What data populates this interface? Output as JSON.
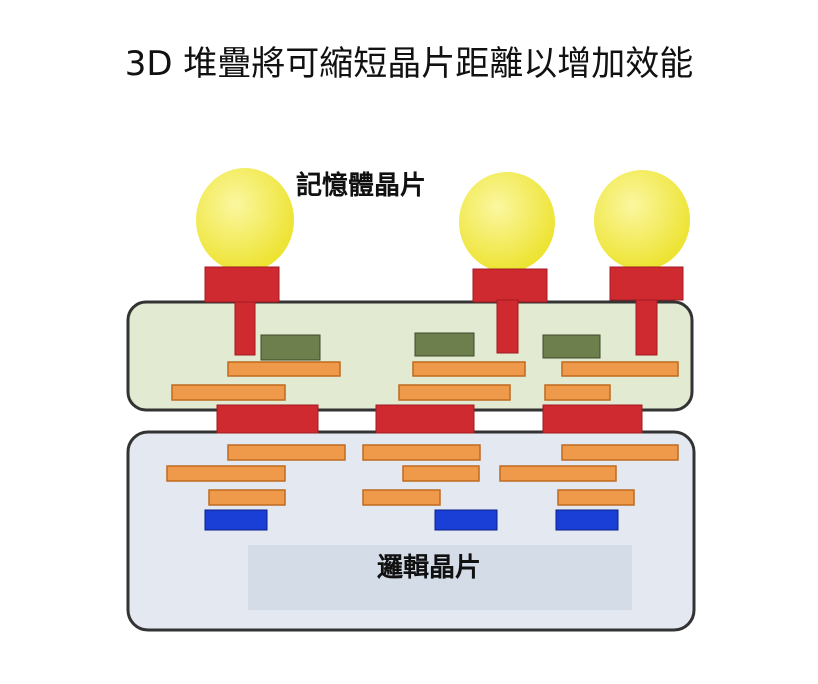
{
  "title": "3D 堆疊將可縮短晶片距離以增加效能",
  "diagram": {
    "memory_label": "記憶體晶片",
    "logic_label": "邏輯晶片",
    "colors": {
      "solder_ball": "#f2ec3a",
      "pad_red": "#d0262e",
      "memory_die": "#e3ead2",
      "logic_die": "#e3e8f1",
      "wire_orange": "#ee9a4a",
      "green_pad": "#6b7d4a",
      "blue_pad": "#1a3fd6"
    }
  }
}
